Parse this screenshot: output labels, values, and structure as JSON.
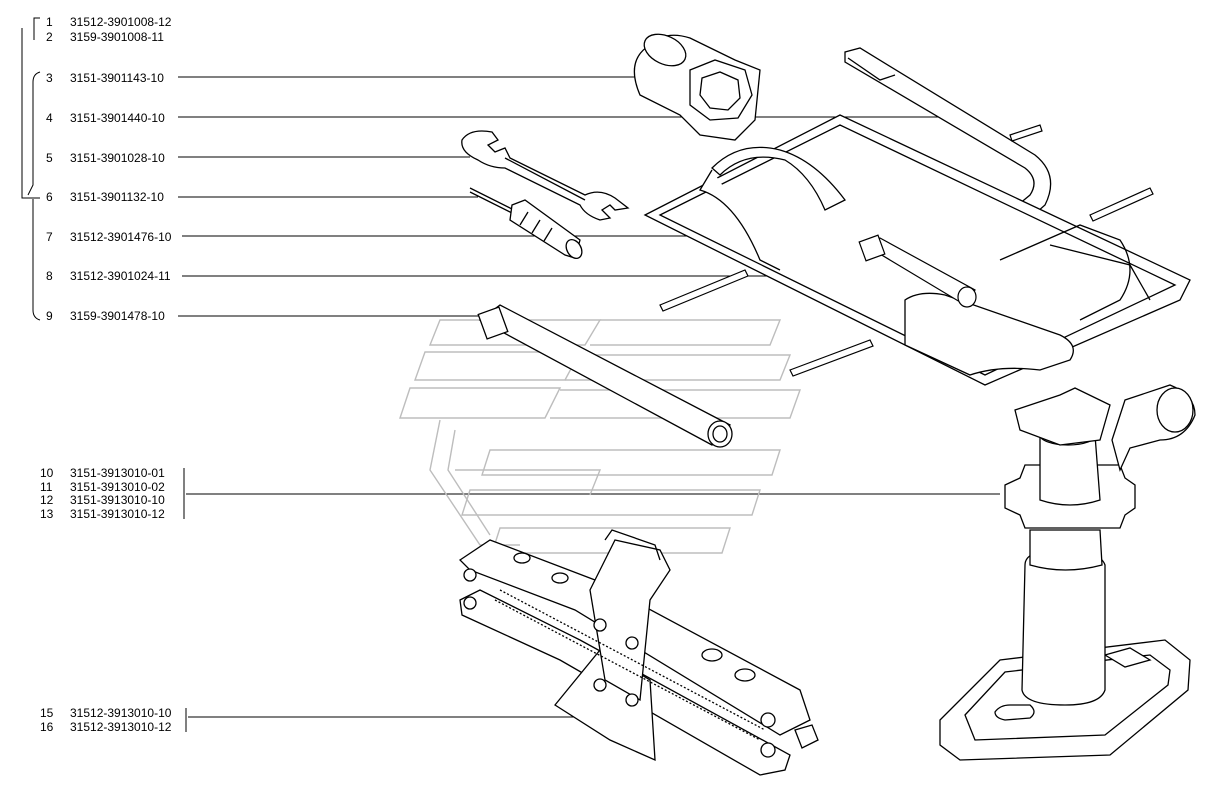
{
  "parts": [
    {
      "num": "1",
      "code": "31512-3901008-12"
    },
    {
      "num": "2",
      "code": "3159-3901008-11"
    },
    {
      "num": "3",
      "code": "3151-3901143-10"
    },
    {
      "num": "4",
      "code": "3151-3901440-10"
    },
    {
      "num": "5",
      "code": "3151-3901028-10"
    },
    {
      "num": "6",
      "code": "3151-3901132-10"
    },
    {
      "num": "7",
      "code": "31512-3901476-10"
    },
    {
      "num": "8",
      "code": "31512-3901024-11"
    },
    {
      "num": "9",
      "code": "3159-3901478-10"
    },
    {
      "num": "10",
      "code": "3151-3913010-01"
    },
    {
      "num": "11",
      "code": "3151-3913010-02"
    },
    {
      "num": "12",
      "code": "3151-3913010-10"
    },
    {
      "num": "13",
      "code": "3151-3913010-12"
    },
    {
      "num": "15",
      "code": "31512-3913010-10"
    },
    {
      "num": "16",
      "code": "31512-3913010-12"
    }
  ],
  "colors": {
    "ink": "#000000",
    "background": "#ffffff",
    "watermark": "#c8c8c8"
  }
}
